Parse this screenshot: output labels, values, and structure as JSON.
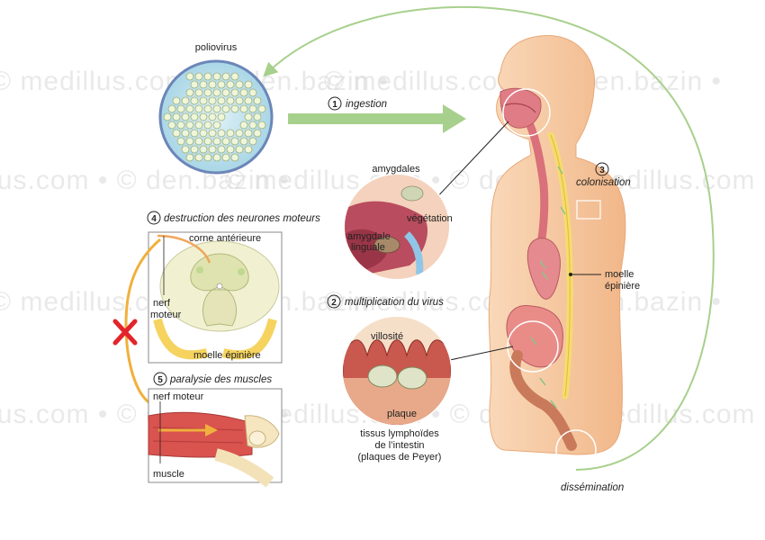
{
  "watermark": "© medillus.com • © den.bazin •",
  "labels": {
    "poliovirus": "poliovirus",
    "step1": "ingestion",
    "step2": "multiplication du virus",
    "step3": "colonisation",
    "step4": "destruction des neurones moteurs",
    "step5": "paralysie des muscles",
    "dissemination": "dissémination",
    "amygdales": "amygdales",
    "vegetation": "végétation",
    "amygdale_linguale_1": "amygdale",
    "amygdale_linguale_2": "linguale",
    "villosite": "villosité",
    "plaque": "plaque",
    "tissus_1": "tissus lymphoïdes",
    "tissus_2": "de l’intestin",
    "tissus_3": "(plaques de Peyer)",
    "moelle_1": "moelle",
    "moelle_2": "épinière",
    "corne": "corne antérieure",
    "nerf_moteur_1": "nerf",
    "nerf_moteur_2": "moteur",
    "moelle_epiniere": "moelle épinière",
    "nerf_moteur": "nerf moteur",
    "muscle": "muscle"
  },
  "step_numbers": [
    "1",
    "2",
    "3",
    "4",
    "5"
  ],
  "colors": {
    "arrow_green": "#a8d08d",
    "cross_red": "#e3242b",
    "nerve_yellow": "#f2c12e",
    "body_skin": "#f6c8a0",
    "spinal_cord": "#f5dc6e",
    "muscle_red": "#d9534f",
    "watermark": "#d8d8d8"
  }
}
